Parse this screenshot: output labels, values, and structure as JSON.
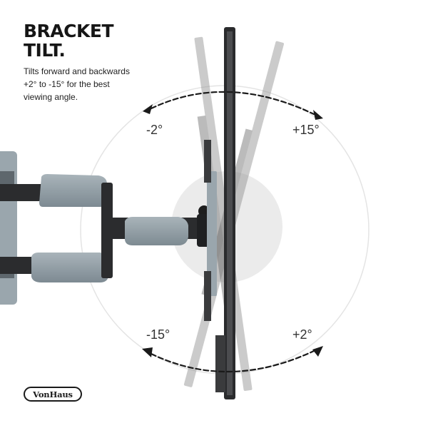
{
  "headline": {
    "line1": "BRACKET",
    "line2": "TILT."
  },
  "description": {
    "line1": "Tilts forward and backwards",
    "line2": "+2° to -15° for the best",
    "line3": "viewing angle."
  },
  "angles": {
    "top_left": "-2°",
    "top_right": "+15°",
    "bottom_left": "-15°",
    "bottom_right": "+2°"
  },
  "brand": {
    "logo_text": "VonHaus"
  },
  "colors": {
    "background": "#ffffff",
    "bracket_dark": "#2b2c2e",
    "bracket_cover": "#8e9aa1",
    "arrow": "#1a1a1a",
    "circle": "#e6e6e6"
  }
}
